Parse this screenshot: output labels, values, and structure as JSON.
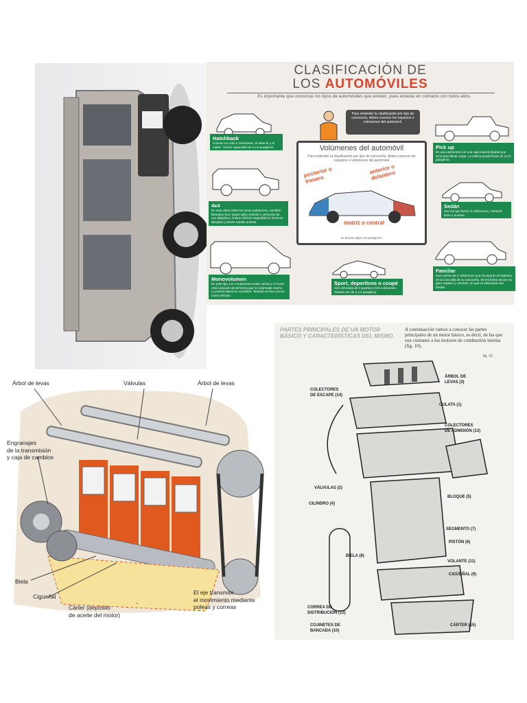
{
  "infographic": {
    "title_line1": "CLASIFICACIÓN DE",
    "title_line2_prefix": "LOS ",
    "title_line2_highlight": "AUTOMÓVILES",
    "subtitle": "Es importante que conozcas los tipos de automóviles que existen, pues estarás en contacto con todos ellos.",
    "speech": "Para entender la clasificación por tipo de carrocería, debes conocer los espacios o volúmenes del automóvil.",
    "volumes_title": "Volúmenes del automóvil",
    "volumes_sub": "Para entender la clasificación por tipo de carrocería, debes conocer los espacios o volúmenes del automóvil",
    "zone_rear": "posterior o trasero",
    "zone_front": "anterior o delantero",
    "zone_center": "matriz o central",
    "center_note": "es donde viajan los pasajeros.",
    "categories": [
      {
        "name": "Hatchback",
        "desc": "Cuenta con sólo 2 volúmenes, el anterior y el matriz. Tienen capacidad de 4 a 5 pasajeros."
      },
      {
        "name": "4x4",
        "desc": "En esta clase están los autos todoterreno, también llamados SUV (sport utility vehicle) o vehículos de uso deportivo. Ambos ofrecen seguridad en terrenos abruptos y tienen ruedas anchas."
      },
      {
        "name": "Monovolumen",
        "desc": "En este tipo, los 3 volúmenes están unidos y el motor está colocado de tal forma que no sobresale mucho. La puerta lateral es corrediza. También se les conoce como minivan."
      },
      {
        "name": "Pick up",
        "desc": "Es una camioneta con una caja trasera (batea) que sirve para llevar carga. La cabina puede llevar de 3 a 5 pasajeros."
      },
      {
        "name": "Sedán",
        "desc": "Son los que tienen 3 volúmenes y siempre tiene 4 puertas."
      },
      {
        "name": "Familiar",
        "desc": "Son coches de 2 volúmenes que incorporan el maletero en la zona alta de su carrocería. Se les llama así por su gran espacio y volumen, el cual es ideal para una familia."
      },
      {
        "name": "Sport, deportivos o coupé",
        "desc": "Son vehículos de 2 puertas y tres volúmenes. Pueden ser de 2 a 4 pasajeros."
      }
    ]
  },
  "engine_left": {
    "labels": {
      "camshaft_left": "Árbol de levas",
      "valves": "Válvulas",
      "camshaft_right": "Árbol de levas",
      "gears": "Engranajes\nde la transmisión\ny caja de cambios",
      "rod": "Biela",
      "crankshaft": "Cigüeñal",
      "sump": "Cárter (depósito\nde aceite del motor)",
      "shaft": "El eje transmite\nel movimiento mediante\npoleas y correas"
    }
  },
  "engine_right": {
    "heading": "PARTES PRINCIPALES DE UN MOTOR BÁSICO Y CARACTERÍSTICAS DEL MISMO.",
    "intro": "A continuación vamos a conocer las partes principales de un motor básico, es decir, de las que son comunes a los motores de combustión interna (fig. 10).",
    "fig": "fig. 10",
    "labels": {
      "camshaft": "ÁRBOL DE\nLEVAS (3)",
      "exhaust": "COLECTORES\nDE ESCAPE (14)",
      "head": "CULATA (1)",
      "intake": "COLECTORES\nDE ADMISIÓN  (13)",
      "valves": "VÁLVULAS (2)",
      "block": "BLOQUE (5)",
      "cylinder": "CILINDRO (4)",
      "ring": "SEGMENTO (7)",
      "piston": "PISTÓN (6)",
      "rod": "BIELA (8)",
      "flywheel": "VOLANTE (11)",
      "crank": "CIGÜEÑAL (9)",
      "belt": "CORREA DE\nDISTRIBUCIÓN (12)",
      "bearings": "COJINETES DE\nBANCADA (10)",
      "sump": "CÁRTER (15)"
    }
  }
}
